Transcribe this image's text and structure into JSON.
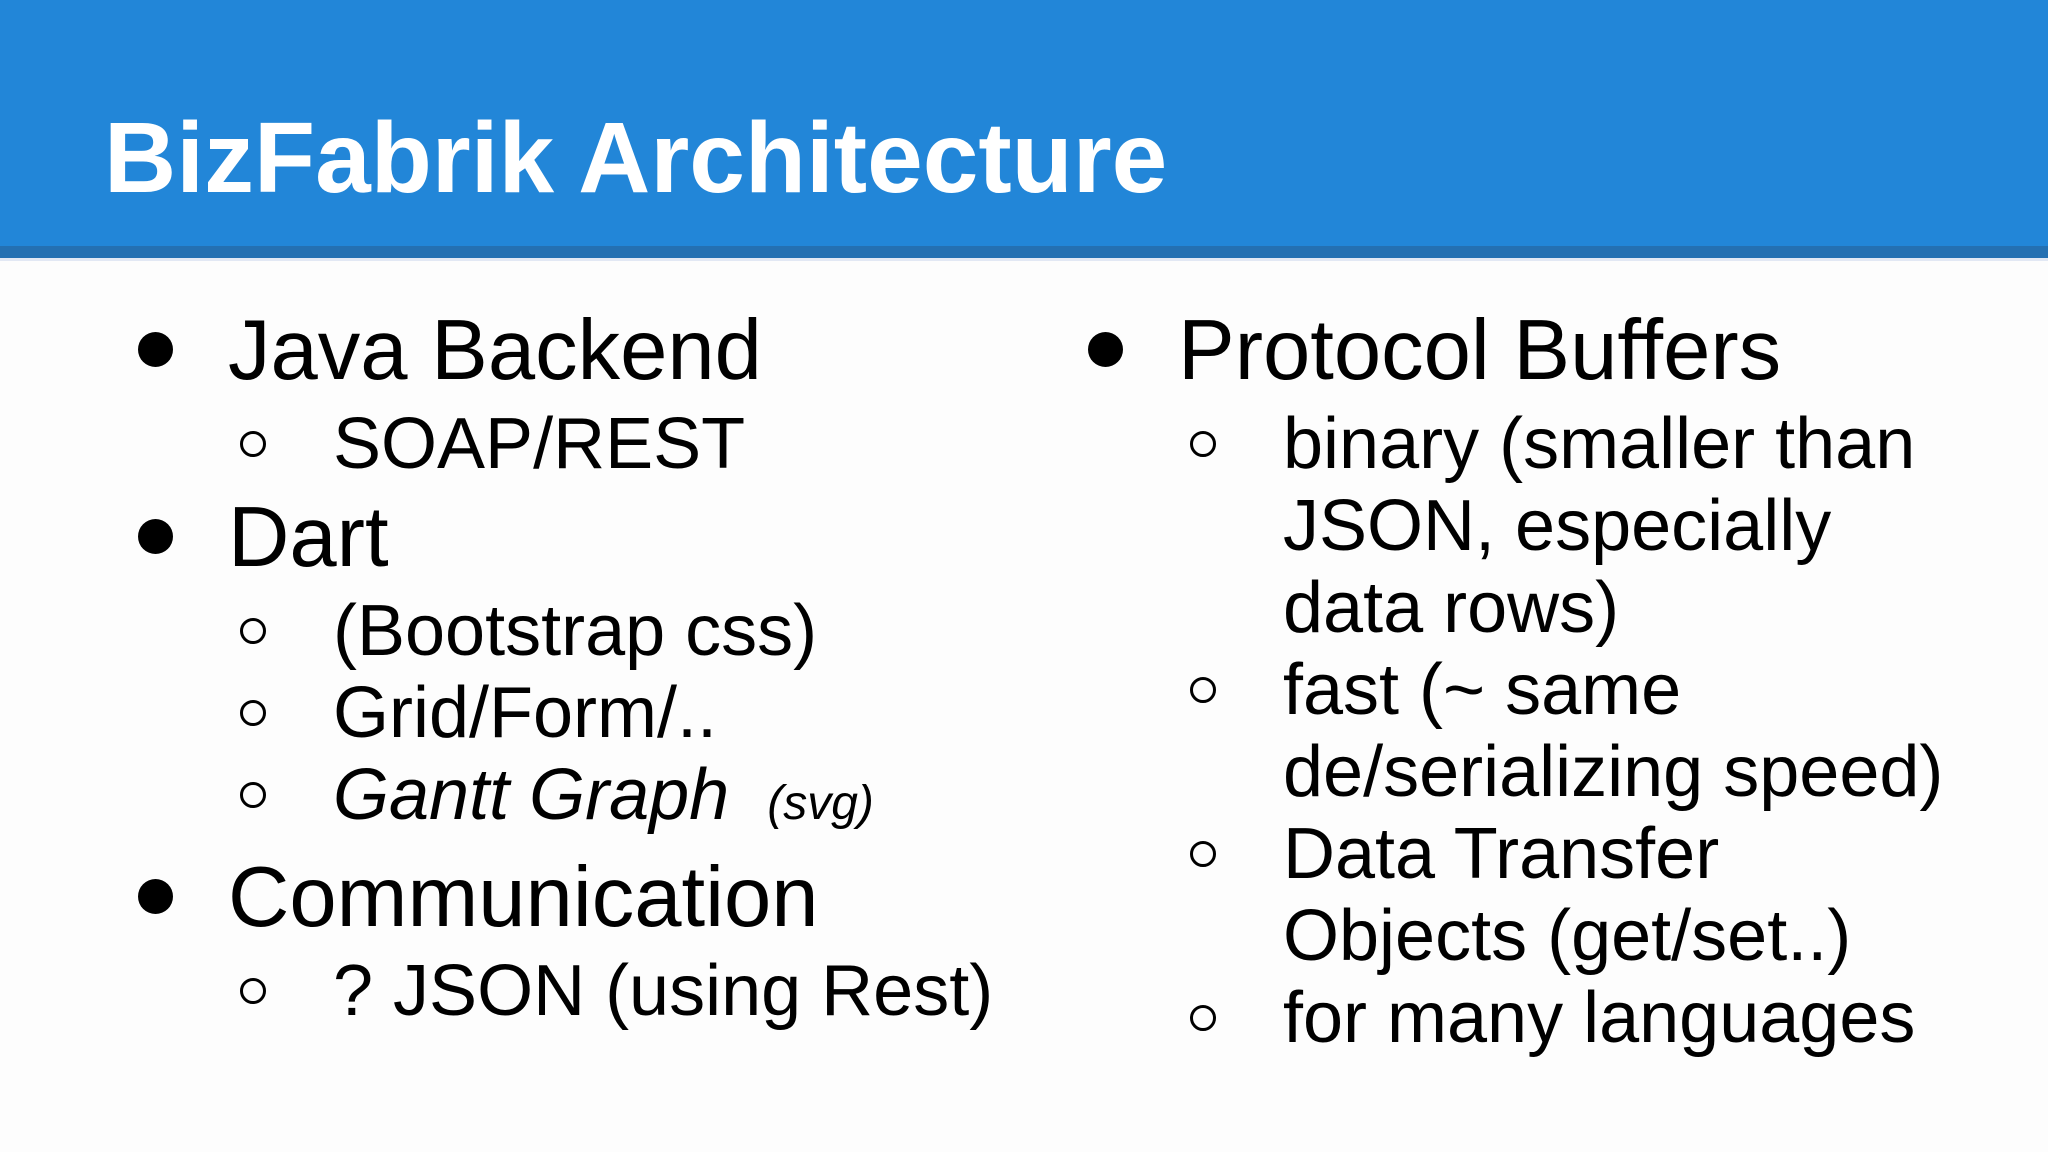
{
  "slide": {
    "title": "BizFabrik Architecture",
    "colors": {
      "header_bg": "#2286d8",
      "header_strip": "#2470b2",
      "body_bg": "#fdfdfd",
      "title_color": "#ffffff",
      "text_color": "#000000"
    }
  },
  "left_column": {
    "items": [
      {
        "level": 1,
        "text": "Java Backend"
      },
      {
        "level": 2,
        "lines": [
          "SOAP/REST"
        ]
      },
      {
        "level": 1,
        "text": "Dart"
      },
      {
        "level": 2,
        "lines": [
          "(Bootstrap css)"
        ]
      },
      {
        "level": 2,
        "lines": [
          "Grid/Form/.."
        ]
      },
      {
        "level": 2,
        "lines": [
          "Gantt Graph"
        ],
        "note": "(svg)",
        "italic": true
      },
      {
        "level": 1,
        "text": "Communication"
      },
      {
        "level": 2,
        "lines": [
          "? JSON (using Rest)"
        ]
      }
    ]
  },
  "right_column": {
    "items": [
      {
        "level": 1,
        "text": "Protocol Buffers"
      },
      {
        "level": 2,
        "lines": [
          "binary (smaller than",
          "JSON, especially",
          "data rows)"
        ]
      },
      {
        "level": 2,
        "lines": [
          "fast (~ same",
          "de/serializing speed)"
        ]
      },
      {
        "level": 2,
        "lines": [
          "Data Transfer",
          "Objects (get/set..)"
        ]
      },
      {
        "level": 2,
        "lines": [
          "for many languages"
        ]
      }
    ]
  }
}
